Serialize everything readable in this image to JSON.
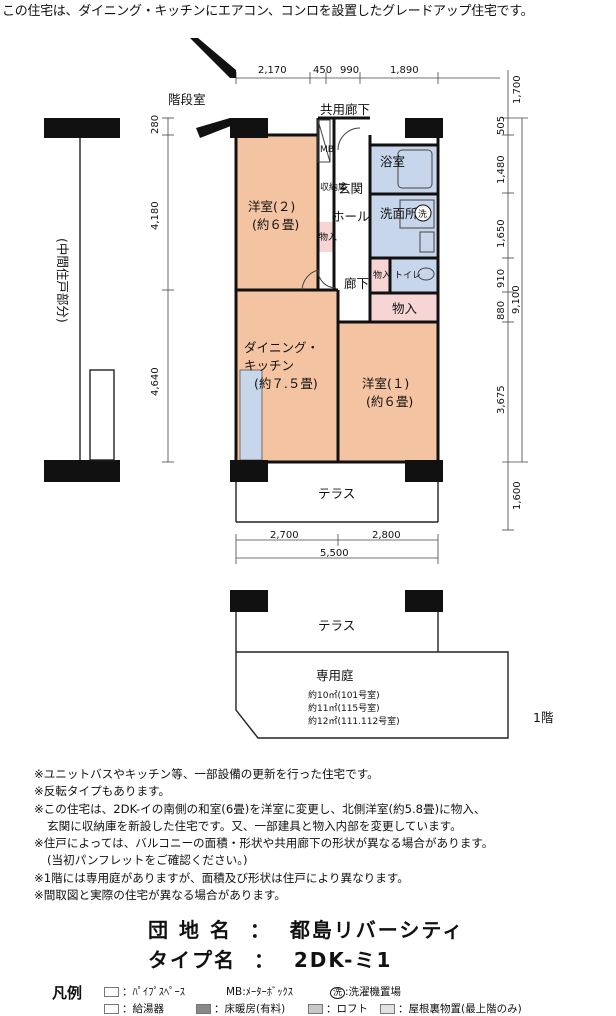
{
  "headline": "この住宅は、ダイニング・キッチンにエアコン、コンロを設置したグレードアップ住宅です。",
  "plan": {
    "labels": {
      "stair_hall": "階段室",
      "common_corridor": "共用廊下",
      "western_room_2": "洋室(２)",
      "western_room_2_size": "(約６畳)",
      "mb": "MB",
      "storage_shoes": "収納庫",
      "storage_small": "物入",
      "entrance": "玄関",
      "hall": "ホール",
      "bath": "浴室",
      "washroom": "洗面所",
      "wash_machine_mark": "洗",
      "corridor": "廊下",
      "storage_right_small": "物入",
      "toilet": "トイレ",
      "storage_wide": "物入",
      "dining_kitchen_1": "ダイニング・",
      "dining_kitchen_2": "キッチン",
      "dining_kitchen_size": "(約７.５畳)",
      "western_room_1": "洋室(１)",
      "western_room_1_size": "(約６畳)",
      "terrace_upper": "テラス",
      "terrace_lower": "テラス",
      "private_garden": "専用庭",
      "garden_1": "約10㎡(101号室)",
      "garden_2": "約11㎡(115号室)",
      "garden_3": "約12㎡(111.112号室)",
      "floor": "1階",
      "middle_unit": "(中間住戸部分)"
    },
    "dimensions": {
      "top_1": "2,170",
      "top_2": "450",
      "top_3": "990",
      "top_4": "1,890",
      "left_280": "280",
      "left_4180": "4,180",
      "left_4640": "4,640",
      "right_1700": "1,700",
      "right_505": "505",
      "right_1480": "1,480",
      "right_1650": "1,650",
      "right_910": "910",
      "right_880": "880",
      "right_3675": "3,675",
      "right_9100": "9,100",
      "right_1600": "1,600",
      "bottom_2700": "2,700",
      "bottom_2800": "2,800",
      "bottom_5500": "5,500"
    },
    "colors": {
      "room": "#f4c4a2",
      "wet_area": "#c8d6ec",
      "storage": "#f7d5d5",
      "wall": "#111111"
    }
  },
  "notes": [
    "※ユニットバスやキッチン等、一部設備の更新を行った住宅です。",
    "※反転タイプもあります。",
    "※この住宅は、2DK-イの南側の和室(6畳)を洋室に変更し、北側洋室(約5.8畳)に物入、",
    "玄関に収納庫を新設した住宅です。又、一部建具と物入内部を変更しています。",
    "※住戸によっては、バルコニーの面積・形状や共用廊下の形状が異なる場合があります。",
    "(当初パンフレットをご確認ください。)",
    "※1階には専用庭がありますが、面積及び形状は住戸により異なります。",
    "※間取図と実際の住宅が異なる場合があります。"
  ],
  "info": {
    "estate_label": "団 地 名",
    "estate_sep": "：",
    "estate_value": "都島リバーシティ",
    "type_label": "タイプ名",
    "type_sep": "：",
    "type_value": "2DK-ミ1"
  },
  "legend": {
    "title": "凡例",
    "pipe_space": "：ﾊﾟｲﾌﾟｽﾍﾟｰｽ",
    "mb": "MB:ﾒｰﾀｰﾎﾞｯｸｽ",
    "washer_mark": "洗",
    "washer": ":洗濯機置場",
    "water_heater": "：給湯器",
    "floor_heating": "：床暖房(有料)",
    "loft": "：ロフト",
    "attic": "：屋根裏物置(最上階のみ)"
  }
}
